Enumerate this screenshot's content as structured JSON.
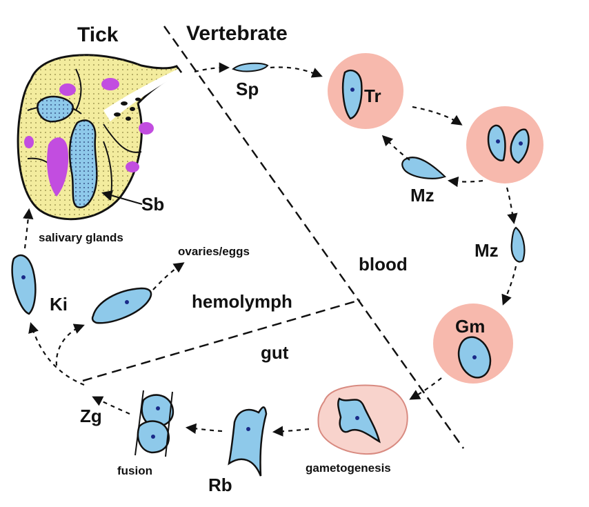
{
  "headers": {
    "tick": "Tick",
    "vertebrate": "Vertebrate"
  },
  "regions": {
    "blood": "blood",
    "hemolymph": "hemolymph",
    "gut": "gut"
  },
  "stages": {
    "sp": "Sp",
    "tr": "Tr",
    "mz_top": "Mz",
    "mz_right": "Mz",
    "gm": "Gm",
    "sb": "Sb",
    "ki": "Ki",
    "zg": "Zg",
    "rb": "Rb"
  },
  "captions": {
    "salivary": "salivary glands",
    "ovaries": "ovaries/eggs",
    "fusion": "fusion",
    "gametogenesis": "gametogenesis"
  },
  "colors": {
    "cell_blue": "#8ec9ea",
    "rbc_pink": "#f7b9ad",
    "gland_yellow": "#f3ec9e",
    "nucleus_magenta": "#c24de0"
  }
}
